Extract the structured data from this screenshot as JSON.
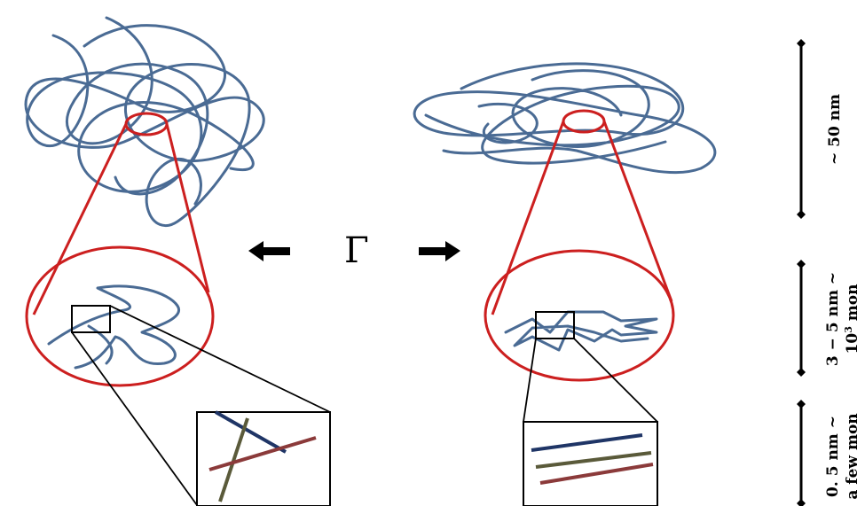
{
  "center_symbol": "Γ",
  "scale_labels": {
    "large": "~ 50 nm",
    "medium_line1": "3 − 5 nm ~",
    "medium_line2_base": "10",
    "medium_line2_sup": "3",
    "medium_line2_tail": " mon",
    "small_line1": "0. 5 nm ~",
    "small_line2": "a few mon"
  },
  "colors": {
    "chain_blue": "#4a6b94",
    "zoom_red": "#cc1f1f",
    "inset_black": "#000000",
    "rod_navy": "#1f3566",
    "rod_olive": "#5a5a3a",
    "rod_maroon": "#8b3a3a"
  }
}
